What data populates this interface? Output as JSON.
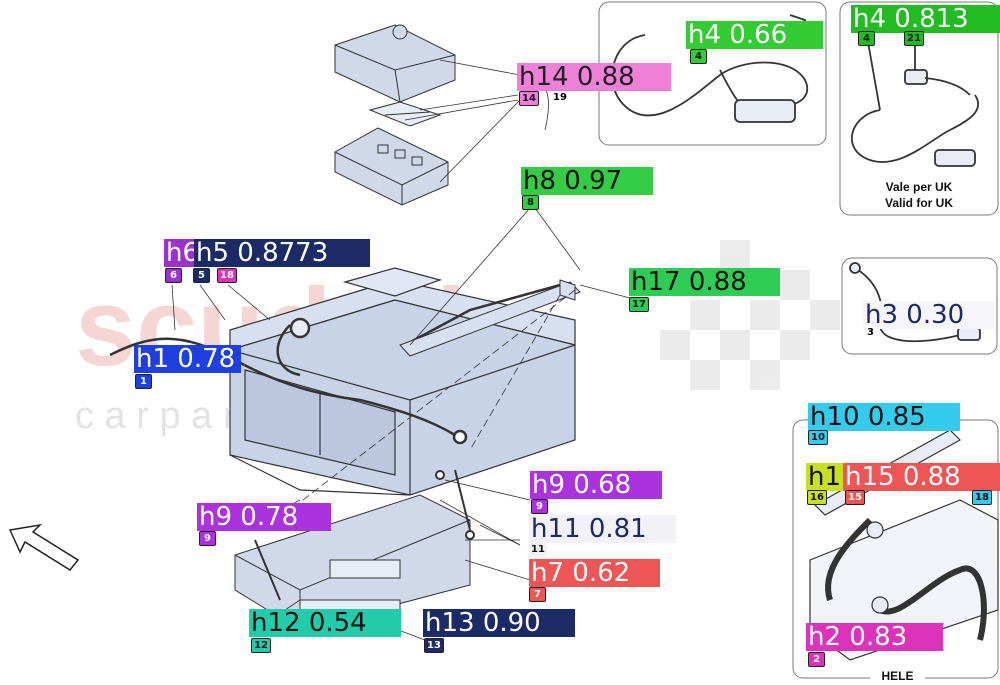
{
  "colors": {
    "battery_fill": "#c9d3e8",
    "line": "#333333",
    "box_border": "#777777",
    "watermark_red": "#f3c4c4",
    "watermark_check": "#d9d9d9"
  },
  "watermark": {
    "word1": "scuderia",
    "word2": "c a r p a r t s"
  },
  "captions": {
    "uk_line1": "Vale per UK",
    "uk_line2": "Valid for UK",
    "hele": "HELE"
  },
  "detections": [
    {
      "label": "h14 0.88",
      "color": "#ee80d8",
      "text_color": "#222222"
    },
    {
      "label": "h4 0.66",
      "color": "#33cc33",
      "text_color": "#ffffff"
    },
    {
      "label": "h4 0.813",
      "color": "#22bb22",
      "text_color": "#ffffff"
    },
    {
      "label": "h8 0.97",
      "color": "#33cc44",
      "text_color": "#111111"
    },
    {
      "label": "h6",
      "color": "#9933cc",
      "text_color": "#ffffff"
    },
    {
      "label": "h5 0.8773",
      "color": "#1c2a66",
      "text_color": "#ffffff"
    },
    {
      "label": "h17 0.88",
      "color": "#2ecc55",
      "text_color": "#111111"
    },
    {
      "label": "h3 0.30",
      "color": "#f5f5fa",
      "text_color": "#1c2a66"
    },
    {
      "label": "h1 0.78",
      "color": "#1f3fe0",
      "text_color": "#ffffff"
    },
    {
      "label": "h10 0.85",
      "color": "#33ccee",
      "text_color": "#111111"
    },
    {
      "label": "h1",
      "color": "#c8e020",
      "text_color": "#111111"
    },
    {
      "label": "h15 0.88",
      "color": "#ee5555",
      "text_color": "#ffffff"
    },
    {
      "label": "h9 0.68",
      "color": "#aa33dd",
      "text_color": "#ffffff"
    },
    {
      "label": "h9 0.78",
      "color": "#aa33dd",
      "text_color": "#ffffff"
    },
    {
      "label": "h11 0.81",
      "color": "#f2f2f6",
      "text_color": "#1c2a66"
    },
    {
      "label": "h7 0.62",
      "color": "#ee5555",
      "text_color": "#ffffff"
    },
    {
      "label": "h12 0.54",
      "color": "#22ccaa",
      "text_color": "#111111"
    },
    {
      "label": "h13 0.90",
      "color": "#1c2a66",
      "text_color": "#ffffff"
    },
    {
      "label": "h2 0.83",
      "color": "#dd33bb",
      "text_color": "#ffffff"
    }
  ],
  "part_numbers": [
    {
      "num": "14",
      "color": "#ee80d8"
    },
    {
      "num": "19",
      "color": ""
    },
    {
      "num": "4",
      "color": "#33cc33"
    },
    {
      "num": "4",
      "color": "#22bb22"
    },
    {
      "num": "21",
      "color": "#22bb22"
    },
    {
      "num": "8",
      "color": "#33cc44"
    },
    {
      "num": "6",
      "color": "#9933cc"
    },
    {
      "num": "5",
      "color": "#1c2a66"
    },
    {
      "num": "18",
      "color": "#dd33bb"
    },
    {
      "num": "17",
      "color": "#2ecc55"
    },
    {
      "num": "3",
      "color": ""
    },
    {
      "num": "1",
      "color": "#1f3fe0"
    },
    {
      "num": "10",
      "color": "#33ccee"
    },
    {
      "num": "16",
      "color": "#c8e020"
    },
    {
      "num": "15",
      "color": "#ee5555"
    },
    {
      "num": "18",
      "color": "#33ccee"
    },
    {
      "num": "9",
      "color": "#aa33dd"
    },
    {
      "num": "9",
      "color": "#aa33dd"
    },
    {
      "num": "11",
      "color": "#f2f2f6"
    },
    {
      "num": "7",
      "color": "#ee5555"
    },
    {
      "num": "12",
      "color": "#22ccaa"
    },
    {
      "num": "13",
      "color": "#1c2a66"
    },
    {
      "num": "2",
      "color": "#dd33bb"
    }
  ]
}
